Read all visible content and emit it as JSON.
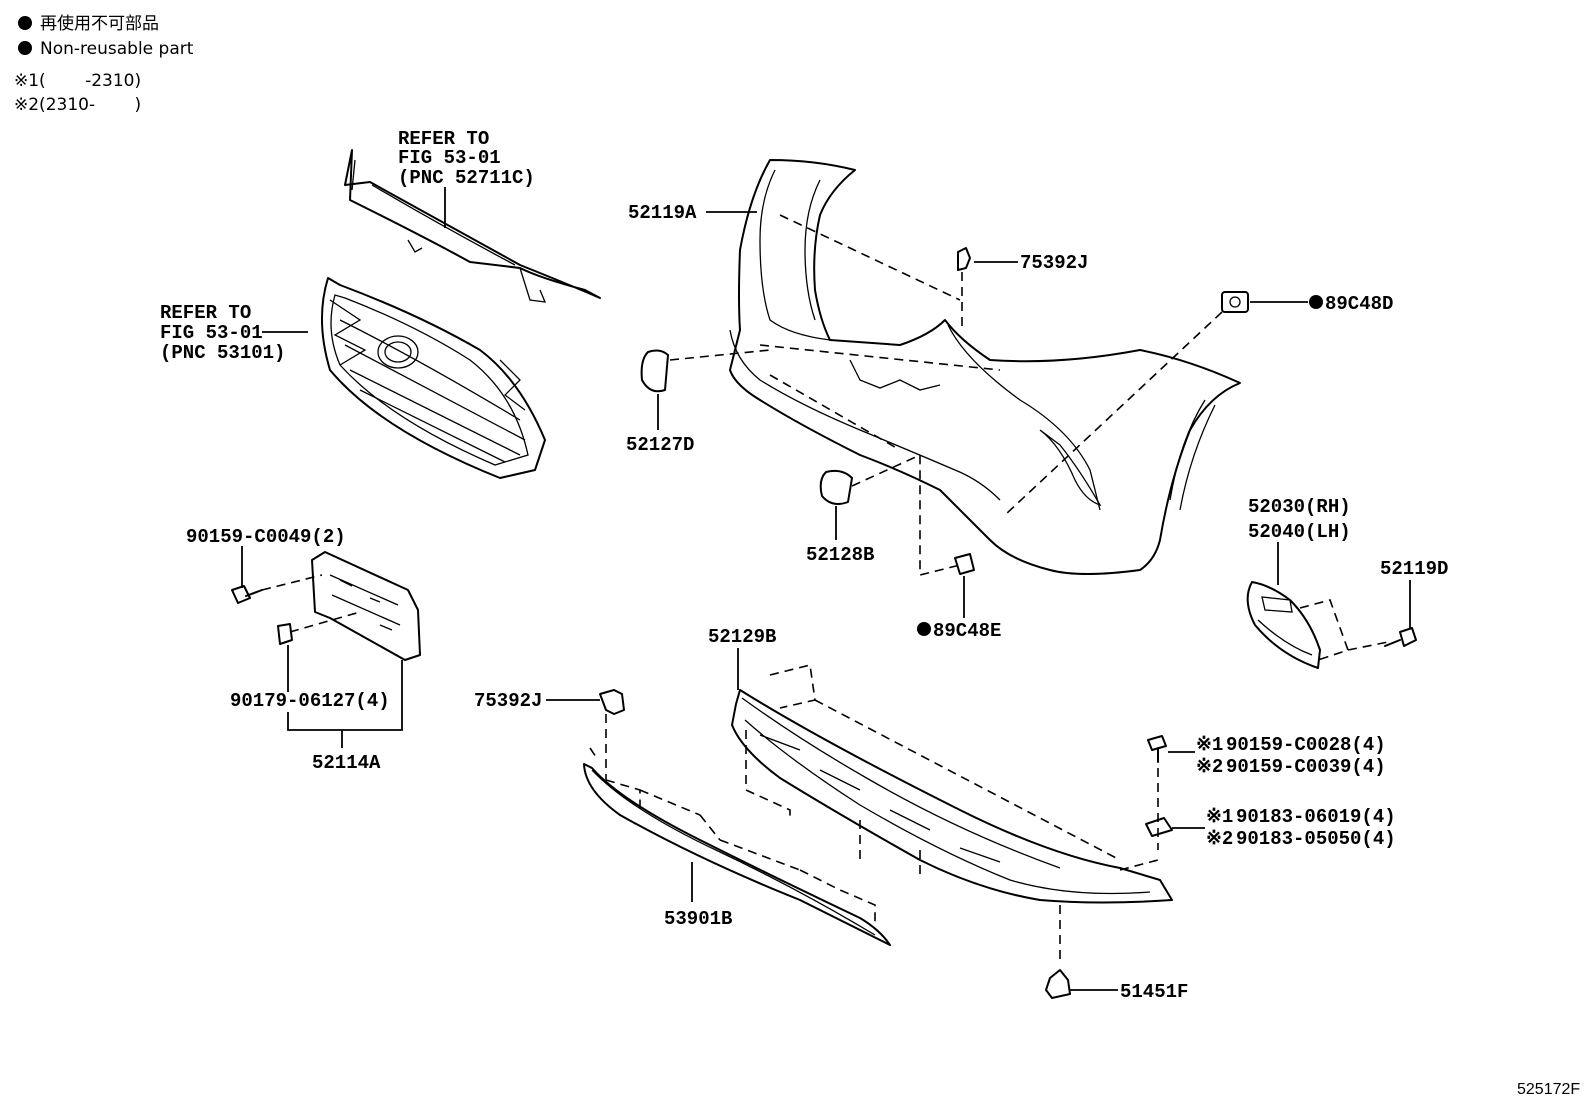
{
  "legend": {
    "line_ja": "再使用不可部品",
    "line_en": "Non-reusable part",
    "note1": "※1(　　 -2310)",
    "note2": "※2(2310-　　 )"
  },
  "refs": {
    "grille_upper": [
      "REFER TO",
      "FIG 53-01",
      "(PNC 52711C)"
    ],
    "grille_main": [
      "REFER TO",
      "FIG 53-01",
      "(PNC 53101)"
    ]
  },
  "callouts": {
    "c_52119A": "52119A",
    "c_75392J_top": "75392J",
    "c_89C48D": "89C48D",
    "c_52127D": "52127D",
    "c_52128B": "52128B",
    "c_89C48E": "89C48E",
    "c_52030": "52030(RH)",
    "c_52040": "52040(LH)",
    "c_52119D": "52119D",
    "c_90159_C0049": "90159-C0049(2)",
    "c_90179": "90179-06127(4)",
    "c_52114A": "52114A",
    "c_52129B": "52129B",
    "c_75392J_low": "75392J",
    "c_90159_C0028": "90159-C0028(4)",
    "c_90159_C0039": "90159-C0039(4)",
    "c_90183_06019": "90183-06019(4)",
    "c_90183_05050": "90183-05050(4)",
    "c_53901B": "53901B",
    "c_51451F": "51451F"
  },
  "marks": {
    "m1": "※1",
    "m2": "※2",
    "m3": "※1",
    "m4": "※2"
  },
  "figure_id": "525172F"
}
